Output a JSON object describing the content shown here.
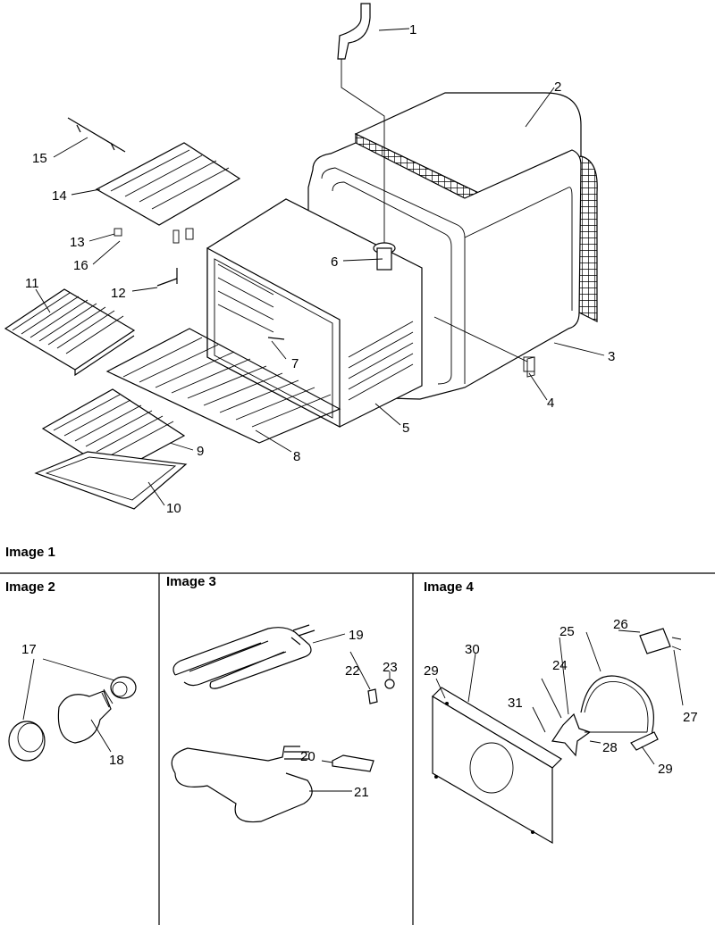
{
  "sections": {
    "image1": "Image 1",
    "image2": "Image 2",
    "image3": "Image 3",
    "image4": "Image 4"
  },
  "callouts": {
    "c1": "1",
    "c2": "2",
    "c3": "3",
    "c4": "4",
    "c5": "5",
    "c6": "6",
    "c7": "7",
    "c8": "8",
    "c9": "9",
    "c10": "10",
    "c11": "11",
    "c12": "12",
    "c13": "13",
    "c14": "14",
    "c15": "15",
    "c16": "16",
    "c17": "17",
    "c18": "18",
    "c19": "19",
    "c20": "20",
    "c21": "21",
    "c22": "22",
    "c23": "23",
    "c24": "24",
    "c25": "25",
    "c26": "26",
    "c27": "27",
    "c28": "28",
    "c29a": "29",
    "c29b": "29",
    "c30": "30",
    "c31": "31"
  }
}
